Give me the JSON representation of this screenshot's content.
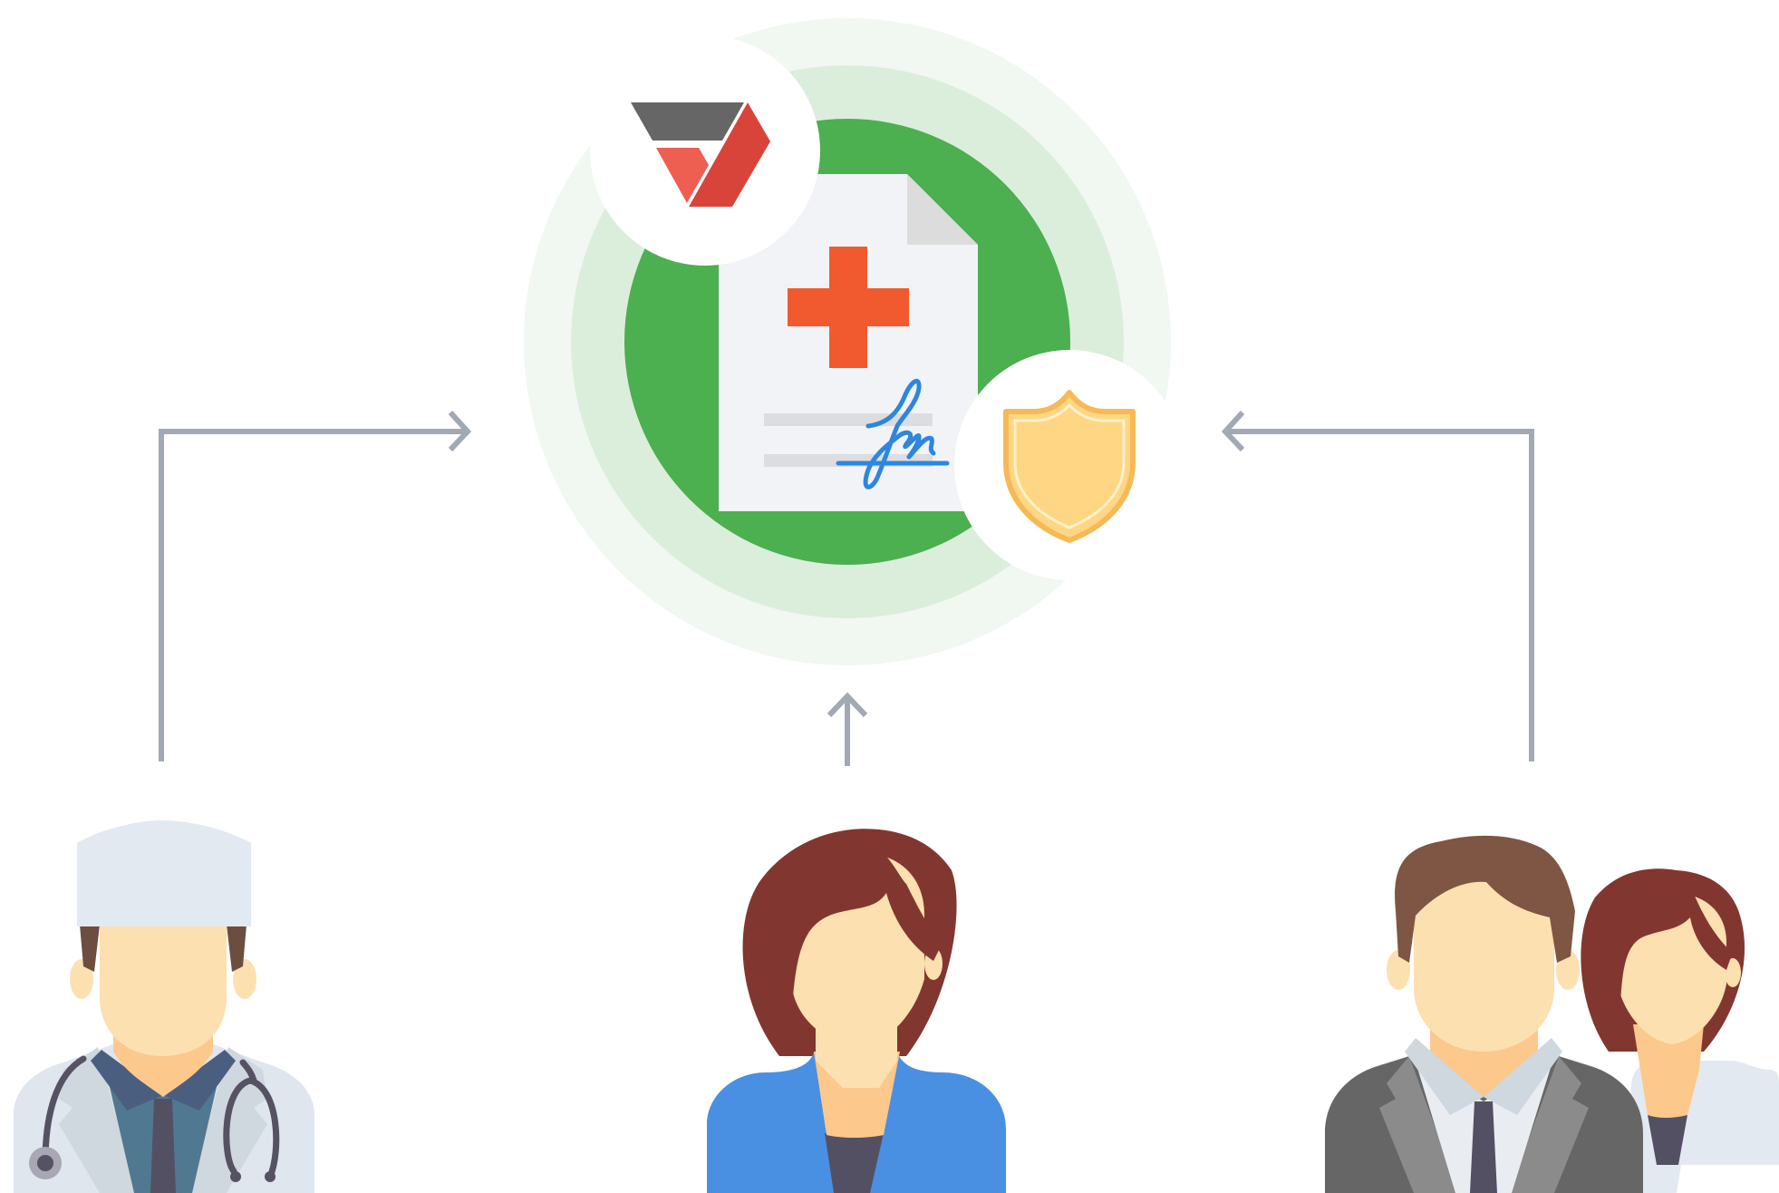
{
  "diagram": {
    "hub": {
      "icons": [
        "document-icon",
        "medical-cross-icon",
        "signature-icon",
        "brand-logo-icon",
        "shield-icon"
      ],
      "colors": {
        "outer_ring": "#f1f7f1",
        "mid_ring": "#dbeedb",
        "core": "#4caf50",
        "document": "#f1f3f7",
        "document_fold": "#dcdcdc",
        "cross": "#f15a2e",
        "signature": "#2e86de",
        "logo_dark": "#666666",
        "logo_red": "#d9443a",
        "logo_light_red": "#ee5f52",
        "shield": "#ffd683",
        "shield_border": "#f7b955"
      }
    },
    "actors": [
      {
        "role": "doctor",
        "icon": "doctor-icon"
      },
      {
        "role": "patient",
        "icon": "woman-icon"
      },
      {
        "role": "group",
        "icon": "people-group-icon"
      }
    ],
    "connectors": {
      "color": "#a3a8b5",
      "links": [
        {
          "from": "doctor",
          "to": "hub"
        },
        {
          "from": "patient",
          "to": "hub"
        },
        {
          "from": "group",
          "to": "hub"
        }
      ]
    }
  }
}
